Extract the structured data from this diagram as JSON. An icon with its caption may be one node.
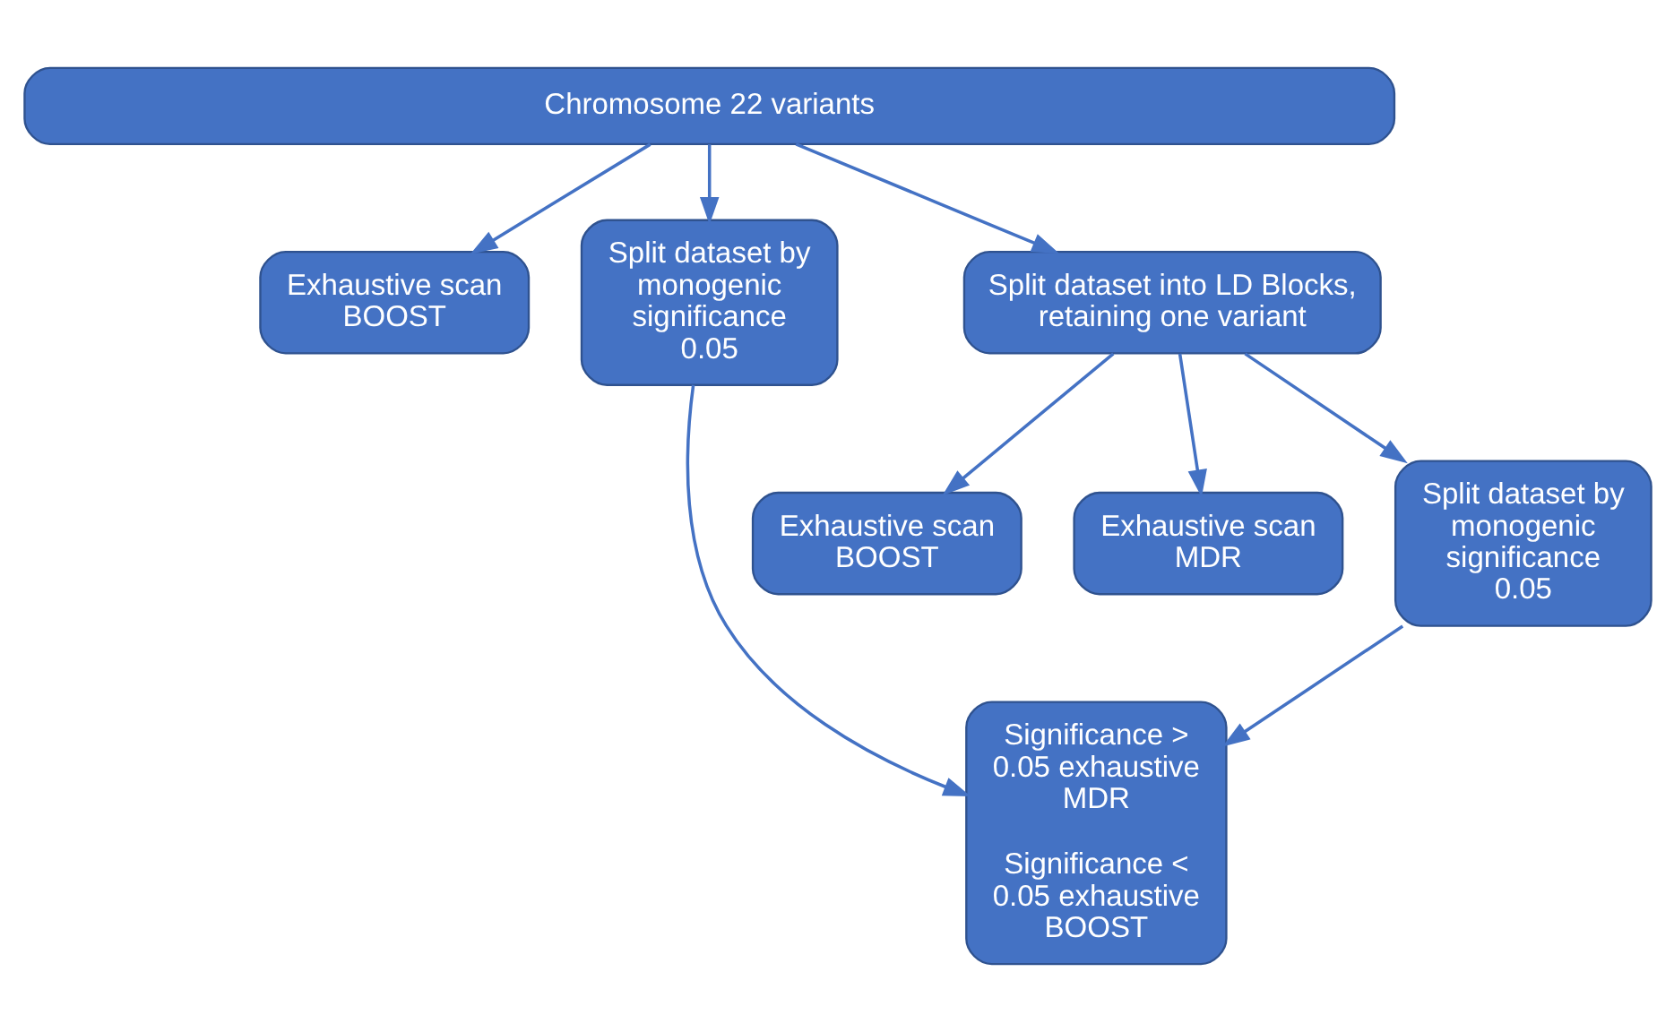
{
  "diagram": {
    "nodes": [
      {
        "text": [
          "Chromosome 22 variants"
        ]
      },
      {
        "text": [
          "Exhaustive scan BOOST"
        ]
      },
      {
        "text": [
          "Split dataset by monogenic significance 0.05"
        ]
      },
      {
        "text": [
          "Split dataset into LD Blocks, retaining one variant"
        ]
      },
      {
        "text": [
          "Exhaustive scan BOOST"
        ]
      },
      {
        "text": [
          "Exhaustive scan MDR"
        ]
      },
      {
        "text": [
          "Split dataset by monogenic significance 0.05"
        ]
      },
      {
        "text": [
          "Significance > 0.05 exhaustive MDR",
          "Significance < 0.05 exhaustive BOOST"
        ]
      }
    ],
    "edges": [
      {
        "from": 0,
        "to": 1,
        "arrow": "to"
      },
      {
        "from": 0,
        "to": 2,
        "arrow": "to"
      },
      {
        "from": 0,
        "to": 3,
        "arrow": "to"
      },
      {
        "from": 3,
        "to": 4,
        "arrow": "to"
      },
      {
        "from": 3,
        "to": 5,
        "arrow": "to"
      },
      {
        "from": 3,
        "to": 6,
        "arrow": "to"
      },
      {
        "from": 2,
        "to": 7,
        "arrow": "to"
      },
      {
        "from": 6,
        "to": 7,
        "arrow": "to"
      }
    ]
  }
}
